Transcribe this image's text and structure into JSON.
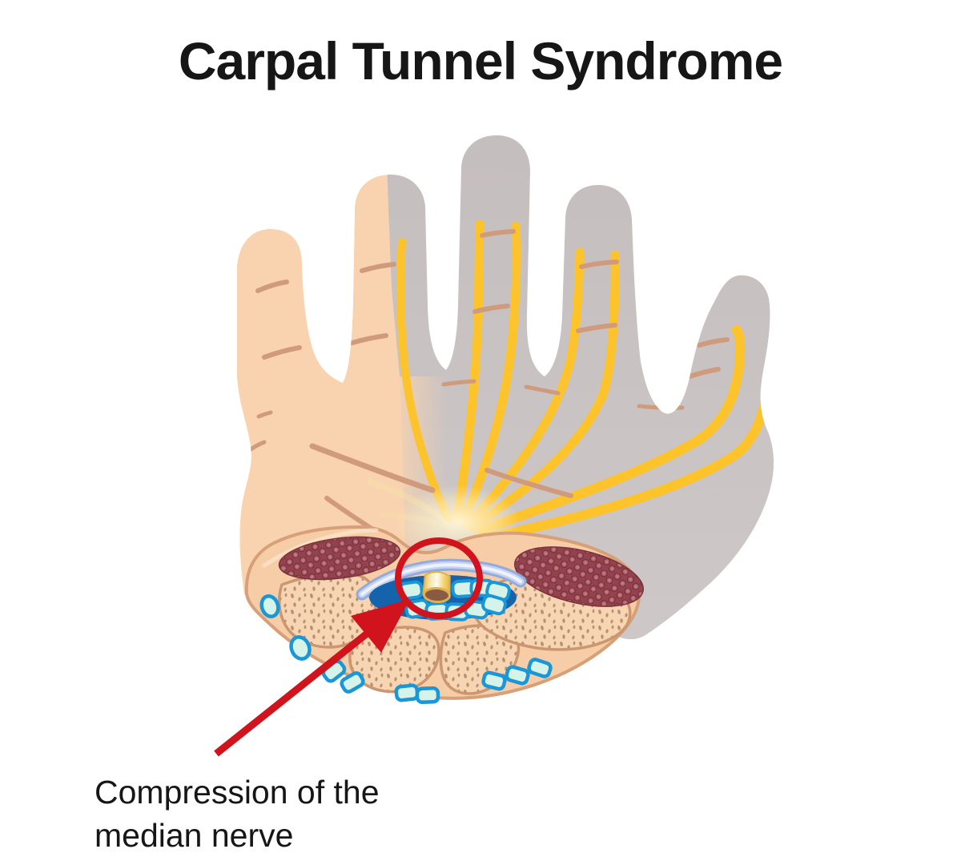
{
  "title": "Carpal Tunnel Syndrome",
  "caption": {
    "line1": "Compression of the",
    "line2": "median nerve"
  },
  "colors": {
    "skin_peach": "#F9D3AF",
    "numb_gray": "#C9C2C3",
    "nerve_yellow": "#FDC32B",
    "nerve_glow": "#FFF3D2",
    "crease_tan": "#D09B7D",
    "section_fill": "#F6CDA7",
    "section_outline": "#D7A078",
    "muscle_red": "#94434D",
    "bone_fill": "#F8D5B2",
    "bone_dot": "#B89072",
    "tunnel_blue": "#1463AC",
    "tendon_fill": "#D5F3E9",
    "tendon_stroke": "#1B96D6",
    "ligament_blue": "#93AADD",
    "tube_cream": "#FDF8EA",
    "tube_gold": "#E9BE4A",
    "tube_opening": "#8B5A42",
    "highlight_red": "#D0131C",
    "text_color": "#161616",
    "background": "#FFFFFF"
  }
}
